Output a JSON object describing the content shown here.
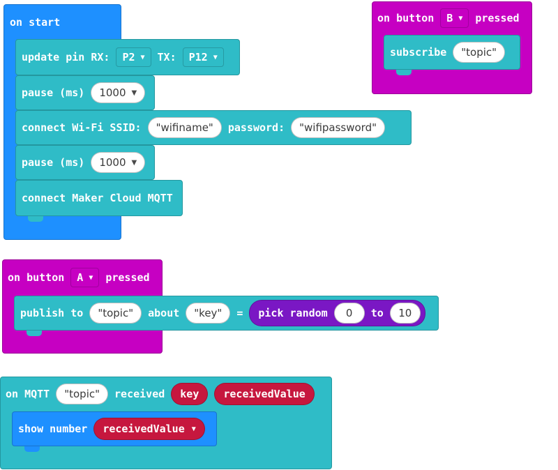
{
  "on_start": {
    "label": "on start",
    "update_pin": {
      "label": "update pin RX:",
      "rx": "P2",
      "tx_label": "TX:",
      "tx": "P12"
    },
    "pause1": {
      "label": "pause (ms)",
      "value": "1000"
    },
    "wifi": {
      "label": "connect Wi-Fi SSID:",
      "ssid": "\"wifiname\"",
      "pw_label": "password:",
      "password": "\"wifipassword\""
    },
    "pause2": {
      "label": "pause (ms)",
      "value": "1000"
    },
    "mqtt": {
      "label": "connect Maker Cloud MQTT"
    }
  },
  "button_b": {
    "on_label": "on button",
    "button": "B",
    "pressed": "pressed",
    "subscribe": {
      "label": "subscribe",
      "topic": "\"topic\""
    }
  },
  "button_a": {
    "on_label": "on button",
    "button": "A",
    "pressed": "pressed",
    "publish": {
      "label": "publish to",
      "topic": "\"topic\"",
      "about": "about",
      "key": "\"key\"",
      "equals": "=",
      "random": {
        "label": "pick random",
        "from": "0",
        "to_label": "to",
        "to": "10"
      }
    }
  },
  "on_mqtt": {
    "label": "on MQTT",
    "topic": "\"topic\"",
    "received": "received",
    "var1": "key",
    "var2": "receivedValue",
    "show": {
      "label": "show number",
      "var": "receivedValue"
    }
  },
  "colors": {
    "events_blue": "#1e90ff",
    "esp8266_teal": "#2fbcc7",
    "input_magenta": "#c600c2",
    "math_purple": "#7a17c4",
    "variables_red": "#c6173e"
  }
}
